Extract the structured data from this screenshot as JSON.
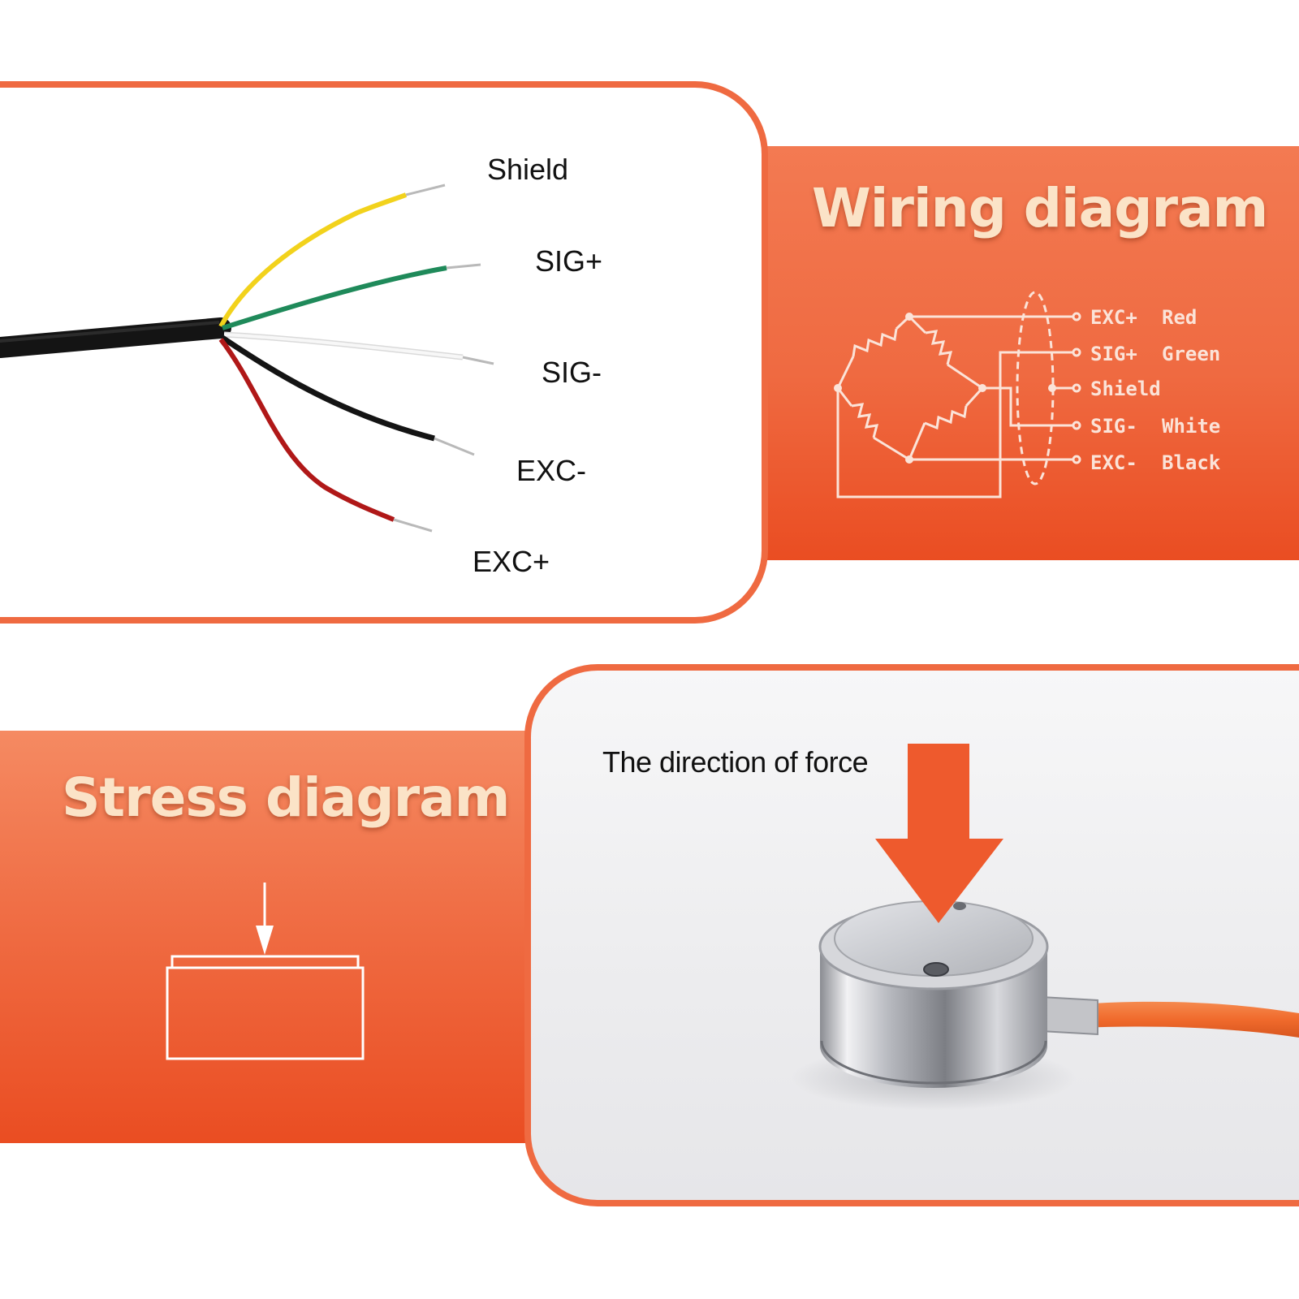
{
  "wiring_photo": {
    "labels": [
      "Shield",
      "SIG+",
      "SIG-",
      "EXC-",
      "EXC+"
    ]
  },
  "wiring_diagram": {
    "title": "Wiring diagram",
    "legend": [
      {
        "signal": "EXC+",
        "color": "Red"
      },
      {
        "signal": "SIG+",
        "color": "Green"
      },
      {
        "signal": "Shield",
        "color": ""
      },
      {
        "signal": "SIG-",
        "color": "White"
      },
      {
        "signal": "EXC-",
        "color": "Black"
      }
    ]
  },
  "stress_diagram": {
    "title": "Stress diagram"
  },
  "force_photo": {
    "caption": "The direction of force"
  },
  "colors": {
    "accent": "#ef6a41",
    "accent_dark": "#ea4d22",
    "heading_text": "#fbe3c7",
    "wire_yellow": "#f2d21c",
    "wire_green": "#1f8a5a",
    "wire_white": "#f2f2f2",
    "wire_black": "#141414",
    "wire_red": "#b01818",
    "cable_orange": "#f06a2c"
  }
}
